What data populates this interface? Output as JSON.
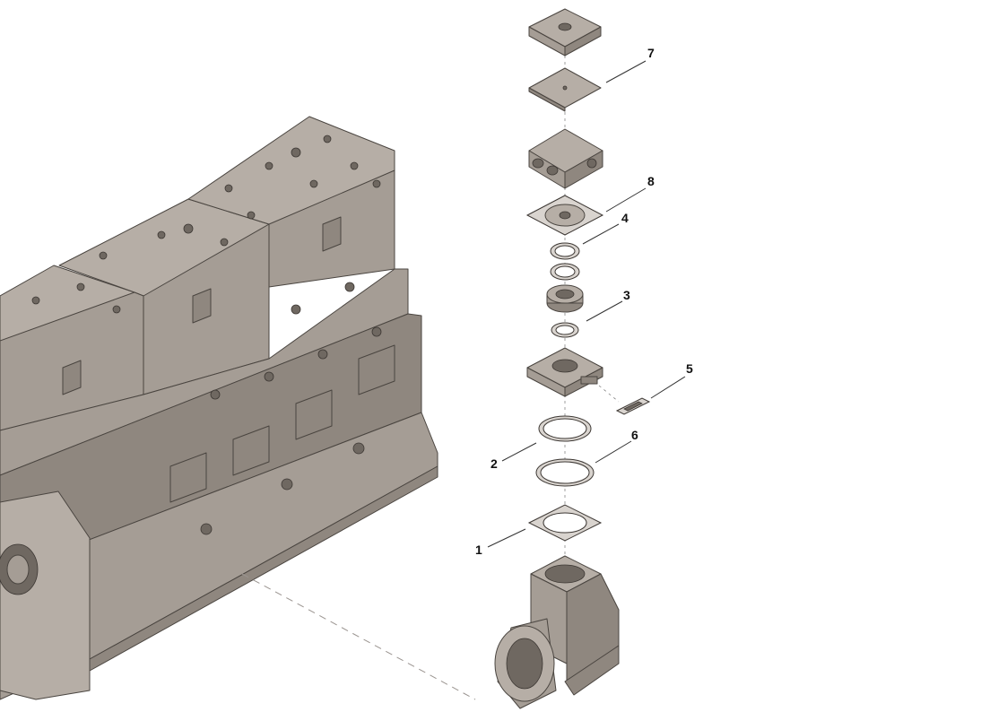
{
  "callouts": [
    {
      "id": "7",
      "label": "7"
    },
    {
      "id": "8",
      "label": "8"
    },
    {
      "id": "4",
      "label": "4"
    },
    {
      "id": "3",
      "label": "3"
    },
    {
      "id": "5",
      "label": "5"
    },
    {
      "id": "6",
      "label": "6"
    },
    {
      "id": "2",
      "label": "2"
    },
    {
      "id": "1",
      "label": "1"
    }
  ],
  "colors": {
    "part_fill": "#a59d95",
    "part_outline": "#4a4540",
    "leader_line": "#333333"
  }
}
